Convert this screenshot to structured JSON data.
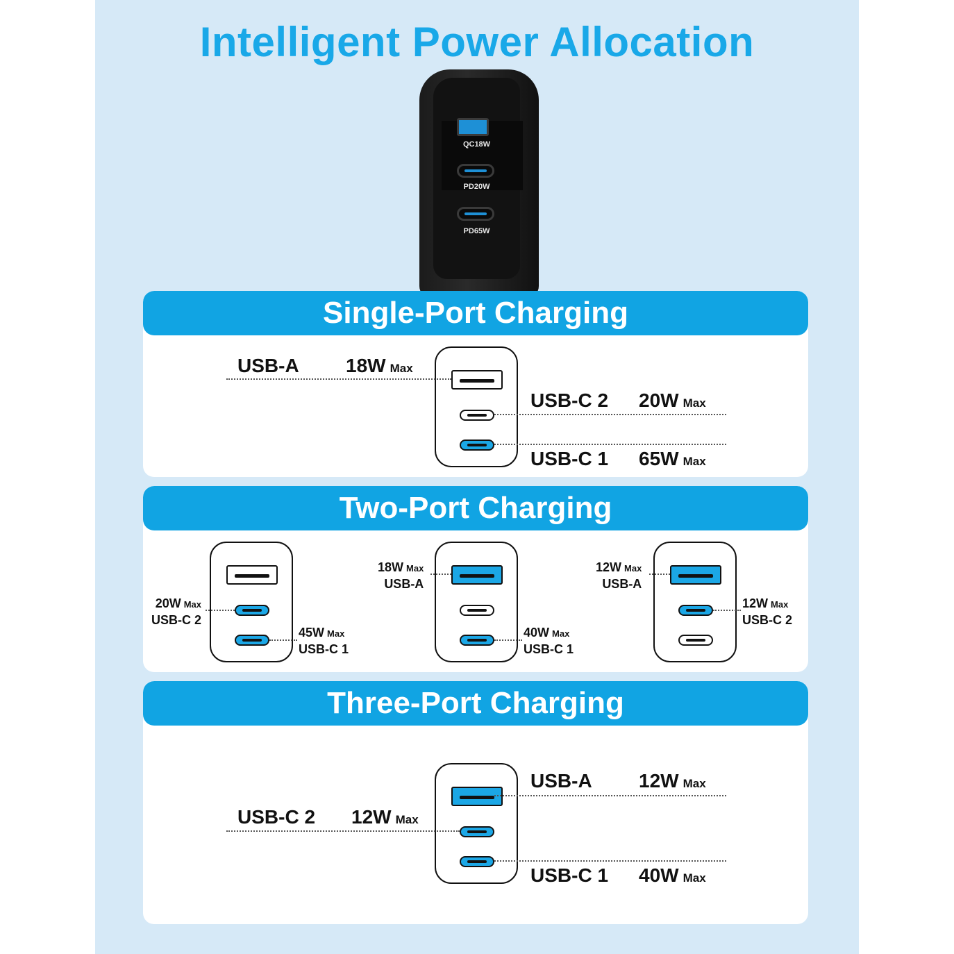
{
  "headline": "Intelligent Power Allocation",
  "charger": {
    "port_labels": [
      "QC18W",
      "PD20W",
      "PD65W"
    ]
  },
  "single": {
    "title": "Single-Port Charging",
    "usb_a": {
      "name": "USB-A",
      "power": "18W",
      "max": "Max"
    },
    "usb_c2": {
      "name": "USB-C 2",
      "power": "20W",
      "max": "Max"
    },
    "usb_c1": {
      "name": "USB-C 1",
      "power": "65W",
      "max": "Max"
    }
  },
  "two": {
    "title": "Two-Port Charging",
    "combo1": {
      "c2": {
        "power": "20W",
        "max": "Max",
        "name": "USB-C 2"
      },
      "c1": {
        "power": "45W",
        "max": "Max",
        "name": "USB-C 1"
      }
    },
    "combo2": {
      "a": {
        "power": "18W",
        "max": "Max",
        "name": "USB-A"
      },
      "c1": {
        "power": "40W",
        "max": "Max",
        "name": "USB-C 1"
      }
    },
    "combo3": {
      "a": {
        "power": "12W",
        "max": "Max",
        "name": "USB-A"
      },
      "c2": {
        "power": "12W",
        "max": "Max",
        "name": "USB-C 2"
      }
    }
  },
  "three": {
    "title": "Three-Port Charging",
    "usb_a": {
      "name": "USB-A",
      "power": "12W",
      "max": "Max"
    },
    "usb_c2": {
      "name": "USB-C 2",
      "power": "12W",
      "max": "Max"
    },
    "usb_c1": {
      "name": "USB-C 1",
      "power": "40W",
      "max": "Max"
    }
  },
  "colors": {
    "accent": "#11a4e3",
    "background": "#d6e9f7",
    "headline": "#19a8e8"
  }
}
